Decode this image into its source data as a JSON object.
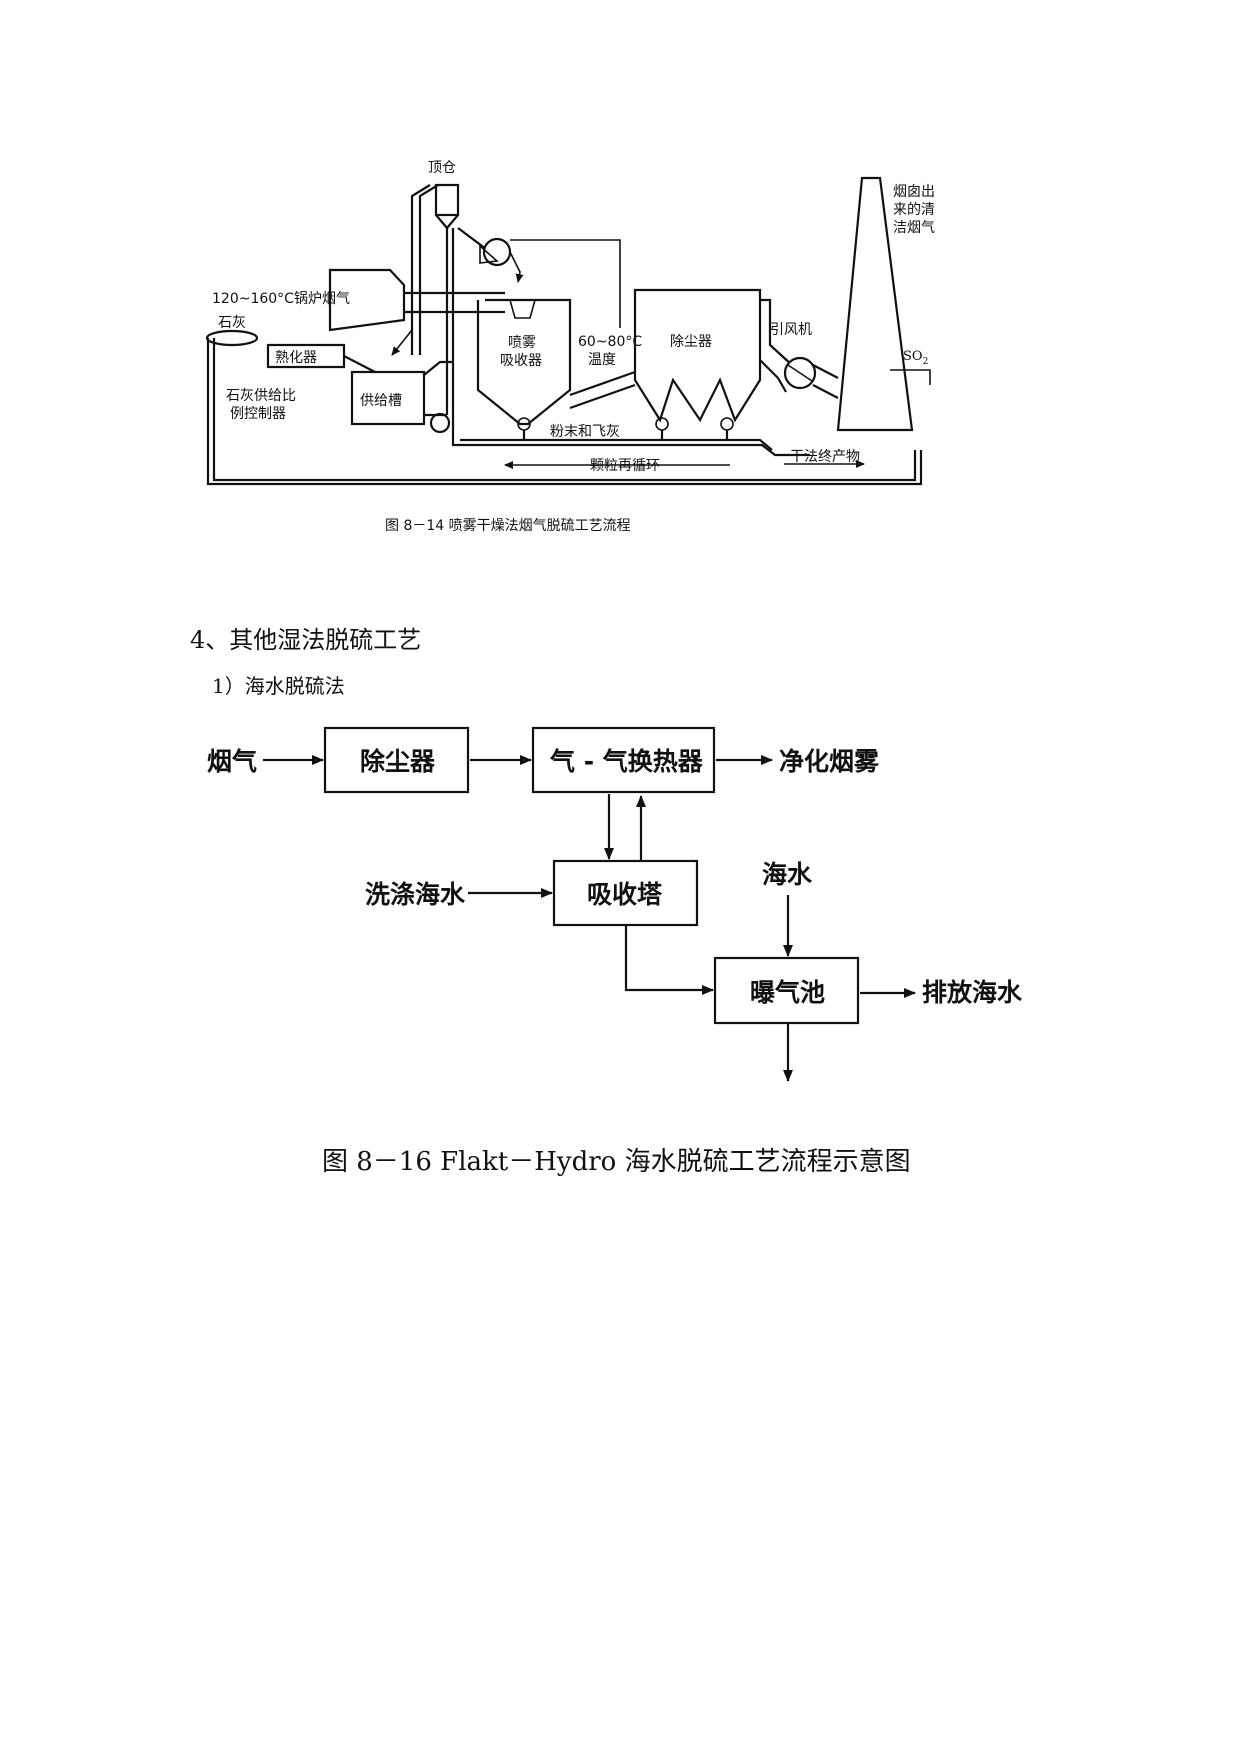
{
  "fig1": {
    "labels": {
      "top_bin": "顶仓",
      "chimney_1": "烟囱出",
      "chimney_2": "来的清",
      "chimney_3": "洁烟气",
      "boiler_gas": "120~160°C锅炉烟气",
      "lime": "石灰",
      "slaker": "熟化器",
      "spray_1": "喷雾",
      "spray_2": "吸收器",
      "temp_1": "60~80°C",
      "temp_2": "温度",
      "dust_collector": "除尘器",
      "fan": "引风机",
      "so2": "SO",
      "so2_sub": "2",
      "ratio_1": "石灰供给比",
      "ratio_2": "例控制器",
      "feed_tank": "供给槽",
      "powder": "粉末和飞灰",
      "recycle": "颗粒再循环",
      "dry_product": "干法终产物"
    },
    "caption": "图 8－14   喷雾干燥法烟气脱硫工艺流程"
  },
  "section": {
    "heading": "4、其他湿法脱硫工艺",
    "subheading": "1）海水脱硫法"
  },
  "fig2": {
    "labels": {
      "flue_gas": "烟气",
      "dust": "除尘器",
      "gghx": "气 - 气换热器",
      "clean": "净化烟雾",
      "wash": "洗涤海水",
      "absorber": "吸收塔",
      "seawater": "海水",
      "aeration": "曝气池",
      "discharge": "排放海水"
    },
    "caption": "图 8－16   Flakt－Hydro 海水脱硫工艺流程示意图"
  }
}
